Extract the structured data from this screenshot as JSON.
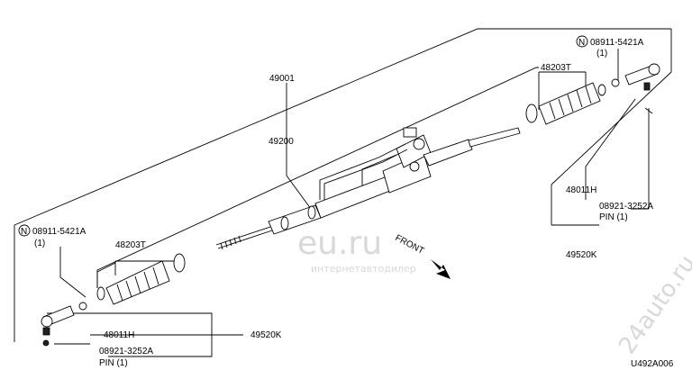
{
  "diagram": {
    "doc_code": "U492A006",
    "front_label": "FRONT",
    "labels": {
      "part_49001": "49001",
      "part_49200": "49200",
      "nut_left": "08911-5421A",
      "nut_left_qty": "(1)",
      "nut_right": "08911-5421A",
      "nut_right_qty": "(1)",
      "boot_left": "48203T",
      "boot_right": "48203T",
      "end_left": "48011H",
      "end_right": "48011H",
      "pin_left": "08921-3252A",
      "pin_left_sub": "PIN (1)",
      "pin_right": "08921-3252A",
      "pin_right_sub": "PIN (1)",
      "socket_left": "49520K",
      "socket_right": "49520K"
    },
    "nut_symbol": "N",
    "watermark": {
      "logo": "eu.ru",
      "sub": "интернетавтодилер",
      "corner": "24auto.ru"
    }
  }
}
